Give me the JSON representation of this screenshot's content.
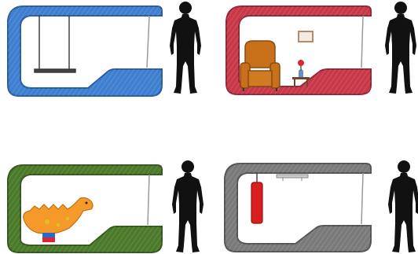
{
  "panels": [
    {
      "id": "swing",
      "color": "#3f7fd0",
      "stroke": "#2a5da3",
      "content": "swing"
    },
    {
      "id": "chair",
      "color": "#c83848",
      "stroke": "#962636",
      "content": "armchair"
    },
    {
      "id": "dino",
      "color": "#4a7a2a",
      "stroke": "#335a1b",
      "content": "toy-dinosaur"
    },
    {
      "id": "punch",
      "color": "#7a7a7a",
      "stroke": "#555555",
      "content": "punching-bag"
    }
  ],
  "colors": {
    "person": "#111111",
    "chair": "#c9701a",
    "chair_dark": "#8a4a10",
    "dino": "#f59a28",
    "dino_spots": "#e0c020",
    "bag": "#d81e1e",
    "vase": "#6a8ec8",
    "frame": "#b88a6a"
  }
}
